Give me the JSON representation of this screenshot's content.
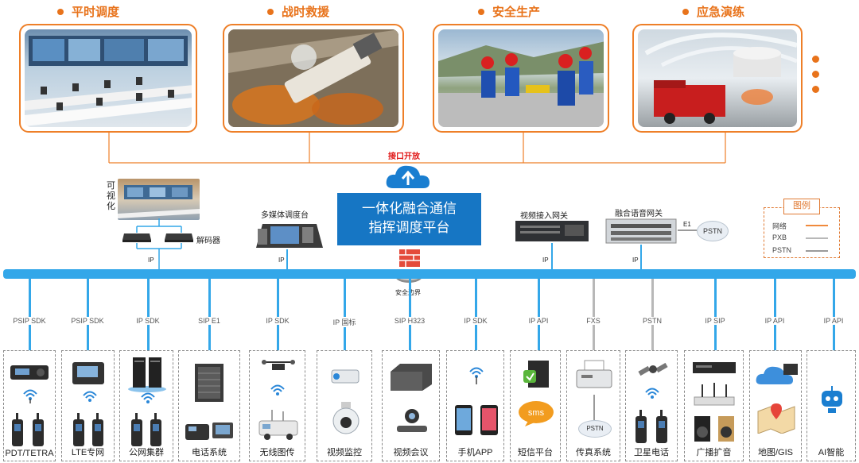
{
  "scenarios": [
    {
      "label": "平时调度"
    },
    {
      "label": "战时救援"
    },
    {
      "label": "安全生产"
    },
    {
      "label": "应急演练"
    }
  ],
  "interface_open_label": "接口开放",
  "platform": {
    "line1": "一体化融合通信",
    "line2": "指挥调度平台"
  },
  "top_devices": {
    "visualization": "可视化",
    "decoder": "解码器",
    "multimedia_console": "多媒体调度台",
    "video_gateway": "视频接入网关",
    "fusion_gateway": "融合语音网关",
    "e1": "E1",
    "pstn": "PSTN",
    "ip_a": "IP",
    "ip_b": "IP",
    "ip_c": "IP",
    "ip_d": "IP",
    "firewall": "安全边界"
  },
  "legend": {
    "title": "图例",
    "items": [
      {
        "label": "网络",
        "color": "#f08a3c"
      },
      {
        "label": "PXB",
        "color": "#b8b8b8"
      },
      {
        "label": "PSTN",
        "color": "#9a9a9a"
      }
    ]
  },
  "protocols": [
    "PSIP SDK",
    "PSIP SDK",
    "IP SDK",
    "SIP E1",
    "IP SDK",
    "IP 国标",
    "SIP H323",
    "IP SDK",
    "IP API",
    "FXS",
    "PSTN",
    "IP SIP",
    "IP API",
    "IP API"
  ],
  "cards": [
    {
      "label": "PDT/TETRA"
    },
    {
      "label": "LTE专网"
    },
    {
      "label": "公网集群"
    },
    {
      "label": "电话系统"
    },
    {
      "label": "无线图传"
    },
    {
      "label": "视频监控"
    },
    {
      "label": "视频会议"
    },
    {
      "label": "手机APP"
    },
    {
      "label": "短信平台"
    },
    {
      "label": "传真系统"
    },
    {
      "label": "卫星电话"
    },
    {
      "label": "广播扩音"
    },
    {
      "label": "地图/GIS"
    },
    {
      "label": "AI智能"
    }
  ],
  "colors": {
    "accent": "#e8731b",
    "bus": "#33a7e9",
    "platform": "#1676c4"
  }
}
